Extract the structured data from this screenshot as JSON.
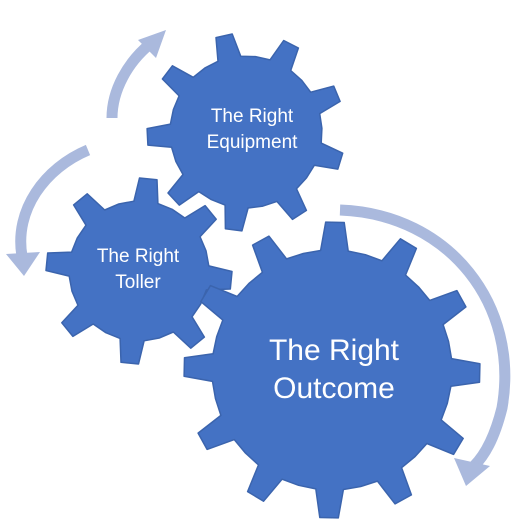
{
  "diagram": {
    "colors": {
      "gear_fill": "#4472C4",
      "gear_stroke": "#3b64ad",
      "arrow": "#aab9dd",
      "label": "#ffffff",
      "background": "#ffffff"
    },
    "gears": [
      {
        "id": "equipment",
        "lines": [
          "The Right",
          "Equipment"
        ]
      },
      {
        "id": "toller",
        "lines": [
          "The Right",
          "Toller"
        ]
      },
      {
        "id": "outcome",
        "lines": [
          "The Right",
          "Outcome"
        ]
      }
    ],
    "arrows": [
      {
        "id": "arrow-top-left",
        "direction": "up"
      },
      {
        "id": "arrow-left",
        "direction": "down"
      },
      {
        "id": "arrow-right",
        "direction": "down"
      }
    ]
  }
}
